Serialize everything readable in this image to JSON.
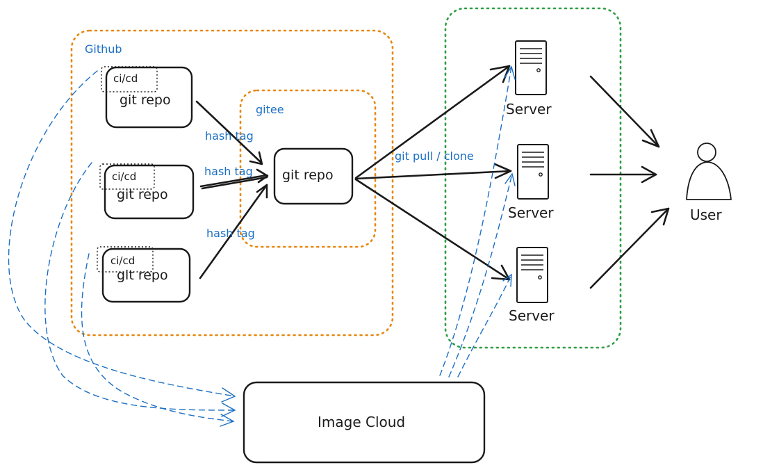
{
  "groups": {
    "github": "Github",
    "gitee": "gitee"
  },
  "repos": [
    {
      "ci": "ci/cd",
      "label": "git repo"
    },
    {
      "ci": "ci/cd",
      "label": "git repo"
    },
    {
      "ci": "ci/cd",
      "label": "git repo"
    }
  ],
  "central_repo": "git repo",
  "edges": {
    "hash_tag_1": "hash tag",
    "hash_tag_2": "hash tag",
    "hash_tag_3": "hash tag",
    "pull_clone": "git pull / clone"
  },
  "servers": [
    "Server",
    "Server",
    "Server"
  ],
  "user": "User",
  "image_cloud": "Image Cloud",
  "colors": {
    "github_border": "#e8870e",
    "gitee_border": "#e8870e",
    "server_group_border": "#2f9e44",
    "annotation_text": "#1a6fc4",
    "ink": "#1a1a1a"
  }
}
